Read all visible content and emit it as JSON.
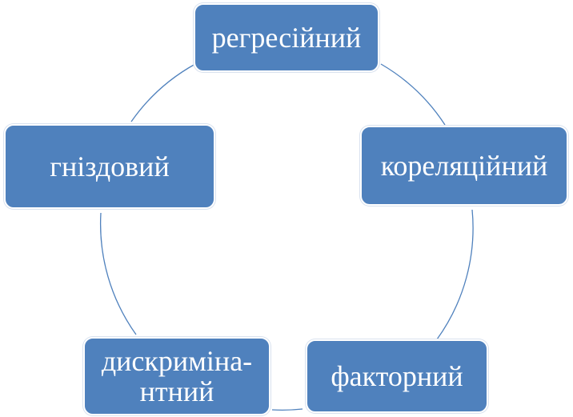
{
  "diagram": {
    "colors": {
      "node_fill": "#4f81bd",
      "node_text": "#ffffff",
      "connector": "#4f81bd"
    },
    "nodes": [
      {
        "id": "regressive",
        "lines": [
          "регресійний"
        ]
      },
      {
        "id": "correlation",
        "lines": [
          "кореляційний"
        ]
      },
      {
        "id": "factor",
        "lines": [
          "факторний"
        ]
      },
      {
        "id": "discriminant",
        "lines": [
          "дискриміна-",
          "нтний"
        ]
      },
      {
        "id": "nested",
        "lines": [
          "гніздовий"
        ]
      }
    ]
  }
}
